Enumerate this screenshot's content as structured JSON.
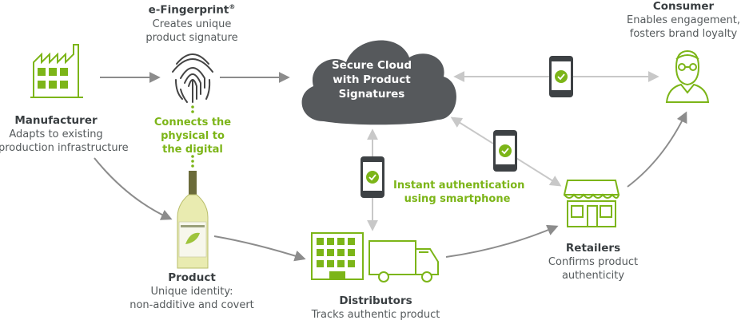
{
  "colors": {
    "green": "#7cb518",
    "gray_arrow": "#8c8c8c",
    "light_arrow": "#c8c8c8",
    "cloud": "#56595c",
    "phone": "#3d4144"
  },
  "cloud": {
    "lines": [
      "Secure Cloud",
      "with Product",
      "Signatures"
    ]
  },
  "manufacturer": {
    "title": "Manufacturer",
    "lines": [
      "Adapts to existing",
      "production infrastructure"
    ]
  },
  "fingerprint": {
    "title": "e-Fingerprint",
    "reg": "®",
    "lines": [
      "Creates unique",
      "product signature"
    ]
  },
  "connect": {
    "lines": [
      "Connects the",
      "physical to",
      "the digital"
    ]
  },
  "product": {
    "title": "Product",
    "lines": [
      "Unique identity:",
      "non-additive and covert"
    ]
  },
  "distributors": {
    "title": "Distributors",
    "lines": [
      "Tracks authentic product"
    ]
  },
  "retailers": {
    "title": "Retailers",
    "lines": [
      "Confirms product",
      "authenticity"
    ]
  },
  "consumer": {
    "title": "Consumer",
    "lines": [
      "Enables engagement,",
      "fosters brand loyalty"
    ]
  },
  "instant": {
    "lines": [
      "Instant authentication",
      "using smartphone"
    ]
  },
  "icons": [
    "factory-icon",
    "fingerprint-icon",
    "cloud-icon",
    "smartphone-icon",
    "wine-bottle-icon",
    "building-icon",
    "truck-icon",
    "store-icon",
    "consumer-icon",
    "check-icon"
  ]
}
